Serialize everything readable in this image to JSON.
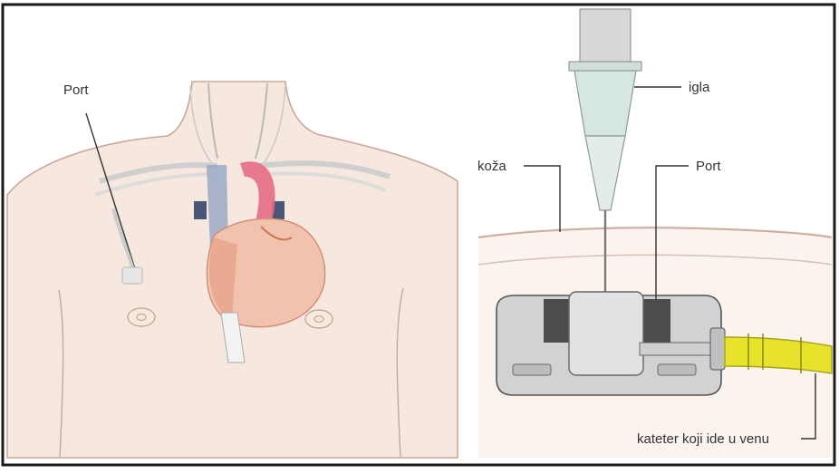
{
  "labels": {
    "port_left": "Port",
    "needle": "igla",
    "skin": "koža",
    "port_right": "Port",
    "catheter": "kateter koji ide u venu"
  },
  "colors": {
    "frame": "#1a1a1a",
    "skin_fill": "#f6e8de",
    "skin_outline": "#c8a898",
    "heart": "#e8a48a",
    "aorta": "#e56d86",
    "vein": "#9aa8c6",
    "port_body": "#d2d2d2",
    "port_dark": "#4c4c4c",
    "catheter": "#e7e22a",
    "needle_hub": "#d6e6e0"
  }
}
